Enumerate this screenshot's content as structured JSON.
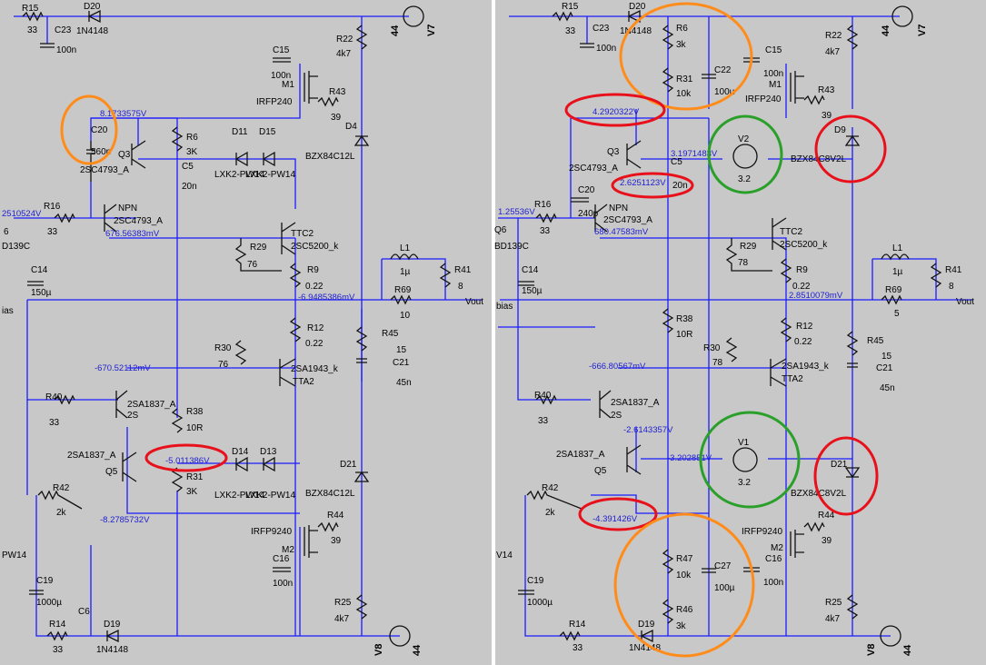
{
  "left": {
    "components": {
      "r15": {
        "name": "R15",
        "value": "33"
      },
      "d20": {
        "name": "D20",
        "value": "1N4148"
      },
      "c23": {
        "name": "C23",
        "value": "100n"
      },
      "r22": {
        "name": "R22",
        "value": "4k7"
      },
      "v7": {
        "name": "V7",
        "value": "44"
      },
      "c15": {
        "name": "C15",
        "value": "100n"
      },
      "m1": {
        "name": "M1",
        "value": "IRFP240"
      },
      "r43": {
        "name": "R43",
        "value": "39"
      },
      "d4": {
        "name": "D4",
        "value": "BZX84C12L"
      },
      "c20": {
        "name": "C20",
        "value": "560p"
      },
      "q3": {
        "name": "Q3",
        "value": "2SC4793_A"
      },
      "r6": {
        "name": "R6",
        "value": "3K"
      },
      "c5": {
        "name": "C5",
        "value": "20n"
      },
      "d11": {
        "name": "D11",
        "value": "LXK2-PW14"
      },
      "d15": {
        "name": "D15",
        "value": "LXK2-PW14"
      },
      "r16": {
        "name": "R16",
        "value": "33"
      },
      "npn": {
        "name": "NPN",
        "value": "2SC4793_A"
      },
      "ttc2": {
        "name": "TTC2",
        "value": "2SC5200_k"
      },
      "r29": {
        "name": "R29",
        "value": "76"
      },
      "r9": {
        "name": "R9",
        "value": "0.22"
      },
      "l1": {
        "name": "L1",
        "value": "1µ"
      },
      "r41": {
        "name": "R41",
        "value": "8"
      },
      "r69": {
        "name": "R69",
        "value": "10"
      },
      "c14": {
        "name": "C14",
        "value": "150µ"
      },
      "r12": {
        "name": "R12",
        "value": "0.22"
      },
      "r45": {
        "name": "R45",
        "value": "15"
      },
      "c21": {
        "name": "C21",
        "value": "45n"
      },
      "r30": {
        "name": "R30",
        "value": "76"
      },
      "tta2": {
        "name": "TTA2",
        "value": "2SA1943_k"
      },
      "r40": {
        "name": "R40",
        "value": "33"
      },
      "q2sa": {
        "name": "2SA1837_A",
        "value": "2S"
      },
      "r38": {
        "name": "R38",
        "value": "10R"
      },
      "q5": {
        "name": "Q5",
        "value": "2SA1837_A"
      },
      "d14": {
        "name": "D14",
        "value": "LXK2-PW14"
      },
      "d13": {
        "name": "D13",
        "value": "LXK2-PW14"
      },
      "d21": {
        "name": "D21",
        "value": "BZX84C12L"
      },
      "r31": {
        "name": "R31",
        "value": "3K"
      },
      "r42": {
        "name": "R42",
        "value": "2k"
      },
      "m2": {
        "name": "M2",
        "value": "IRFP9240"
      },
      "r44": {
        "name": "R44",
        "value": "39"
      },
      "c16": {
        "name": "C16",
        "value": "100n"
      },
      "c19": {
        "name": "C19",
        "value": "1000µ"
      },
      "c6": {
        "name": "C6",
        "value": ""
      },
      "r25": {
        "name": "R25",
        "value": "4k7"
      },
      "r14": {
        "name": "R14",
        "value": "33"
      },
      "d19": {
        "name": "D19",
        "value": "1N4148"
      },
      "v8": {
        "name": "V8",
        "value": "44"
      }
    },
    "voltages": {
      "q3b": "8.1733575V",
      "in": "2510524V",
      "npne": "676.56383mV",
      "out": "-6.9485386mV",
      "q2b": "-670.52112mV",
      "q5e": "-5.011386V",
      "q5c": "-8.2785732V"
    },
    "net_labels": {
      "vout": "Vout",
      "bias": "ias",
      "bd": "D139C",
      "pw": "PW14",
      "six": "6"
    }
  },
  "right": {
    "components": {
      "r15": {
        "name": "R15",
        "value": "33"
      },
      "d20": {
        "name": "D20",
        "value": "1N4148"
      },
      "c23": {
        "name": "C23",
        "value": "100n"
      },
      "r6": {
        "name": "R6",
        "value": "3k"
      },
      "r22": {
        "name": "R22",
        "value": "4k7"
      },
      "v7": {
        "name": "V7",
        "value": "44"
      },
      "c15": {
        "name": "C15",
        "value": "100n"
      },
      "r31": {
        "name": "R31",
        "value": "10k"
      },
      "c22": {
        "name": "C22",
        "value": "100µ"
      },
      "m1": {
        "name": "M1",
        "value": "IRFP240"
      },
      "r43": {
        "name": "R43",
        "value": "39"
      },
      "d9": {
        "name": "D9",
        "value": "BZX84C8V2L"
      },
      "q3": {
        "name": "Q3",
        "value": "2SC4793_A"
      },
      "c5": {
        "name": "C5",
        "value": "20n"
      },
      "v2": {
        "name": "V2",
        "value": "3.2"
      },
      "c20": {
        "name": "C20",
        "value": "240p"
      },
      "r16": {
        "name": "R16",
        "value": "33"
      },
      "npn": {
        "name": "NPN",
        "value": "2SC4793_A"
      },
      "ttc2": {
        "name": "TTC2",
        "value": "2SC5200_k"
      },
      "q6": {
        "name": "Q6",
        "value": "BD139C"
      },
      "c14": {
        "name": "C14",
        "value": "150µ"
      },
      "r29": {
        "name": "R29",
        "value": "78"
      },
      "r9": {
        "name": "R9",
        "value": "0.22"
      },
      "l1": {
        "name": "L1",
        "value": "1µ"
      },
      "r41": {
        "name": "R41",
        "value": "8"
      },
      "r69": {
        "name": "R69",
        "value": "5"
      },
      "r38": {
        "name": "R38",
        "value": "10R"
      },
      "r12": {
        "name": "R12",
        "value": "0.22"
      },
      "r45": {
        "name": "R45",
        "value": "15"
      },
      "c21": {
        "name": "C21",
        "value": "45n"
      },
      "r30": {
        "name": "R30",
        "value": "78"
      },
      "tta2": {
        "name": "TTA2",
        "value": "2SA1943_k"
      },
      "r40": {
        "name": "R40",
        "value": "33"
      },
      "q2sa": {
        "name": "2SA1837_A",
        "value": "2S"
      },
      "q5": {
        "name": "Q5",
        "value": "2SA1837_A"
      },
      "v1": {
        "name": "V1",
        "value": "3.2"
      },
      "d21": {
        "name": "D21",
        "value": "BZX84C8V2L"
      },
      "r42": {
        "name": "R42",
        "value": "2k"
      },
      "m2": {
        "name": "M2",
        "value": "IRFP9240"
      },
      "r44": {
        "name": "R44",
        "value": "39"
      },
      "c16": {
        "name": "C16",
        "value": "100n"
      },
      "r47": {
        "name": "R47",
        "value": "10k"
      },
      "c27": {
        "name": "C27",
        "value": "100µ"
      },
      "c19": {
        "name": "C19",
        "value": "1000µ"
      },
      "r46": {
        "name": "R46",
        "value": "3k"
      },
      "r25": {
        "name": "R25",
        "value": "4k7"
      },
      "r14": {
        "name": "R14",
        "value": "33"
      },
      "d19": {
        "name": "D19",
        "value": "1N4148"
      },
      "v8": {
        "name": "V8",
        "value": "44"
      }
    },
    "voltages": {
      "q3b": "4.2920322V",
      "v2n": "3.1971483V",
      "q3e": "2.6251123V",
      "in": "1.25536V",
      "npne": "680.47583mV",
      "out": "2.8510079mV",
      "q2b": "-666.80567mV",
      "q5b": "-2.6143357V",
      "v1n": "-3.202851V",
      "q5c": "-4.391426V"
    },
    "net_labels": {
      "vout": "Vout",
      "bias": "bias",
      "pw": "V14"
    }
  },
  "highlight_colors": {
    "orange": "#ff8c1a",
    "red": "#e8101a",
    "green": "#2aa02a",
    "wire": "#1c1cff"
  }
}
